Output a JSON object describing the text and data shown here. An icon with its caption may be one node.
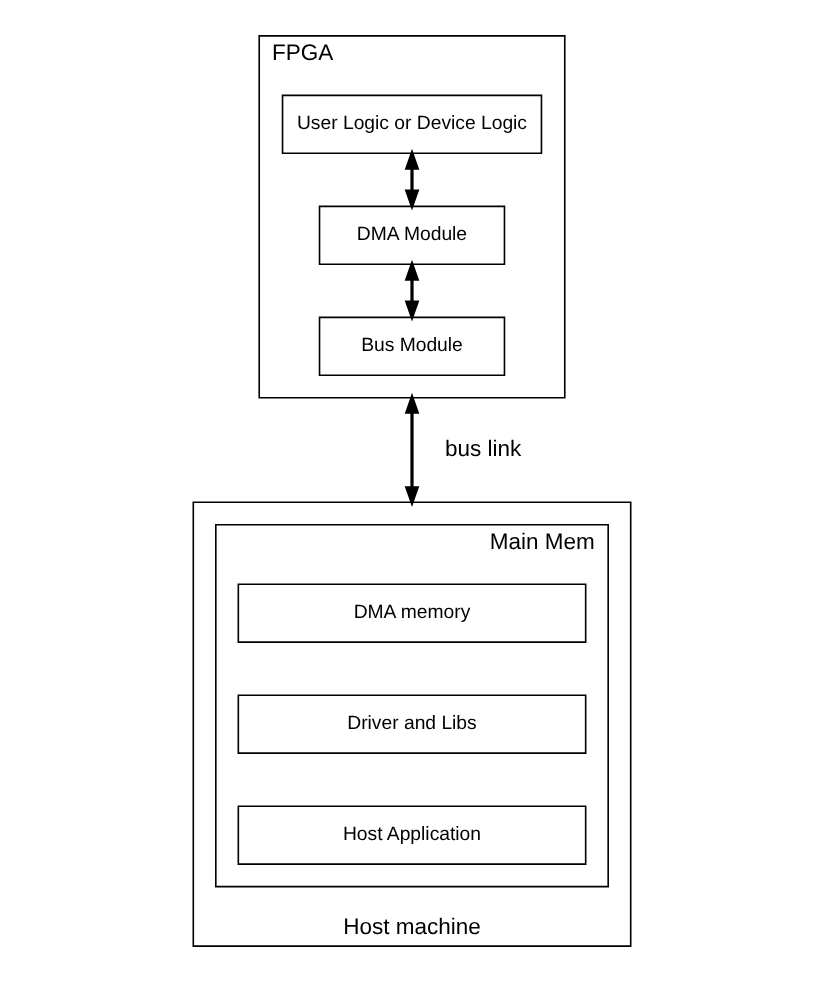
{
  "diagram": {
    "nodes": [
      {
        "text": [
          "FPGA"
        ]
      },
      {
        "text": [
          "User Logic or Device Logic"
        ],
        "in": 0
      },
      {
        "text": [
          "DMA Module"
        ],
        "in": 0
      },
      {
        "text": [
          "Bus Module"
        ],
        "in": 0
      },
      {
        "text": [
          "Host machine"
        ]
      },
      {
        "text": [
          "Main Mem"
        ],
        "in": 4
      },
      {
        "text": [
          "DMA memory"
        ],
        "in": 5
      },
      {
        "text": [
          "Driver and Libs"
        ],
        "in": 5
      },
      {
        "text": [
          "Host Application"
        ],
        "in": 5
      }
    ],
    "edges": [
      {
        "from": 1,
        "to": 2,
        "arrow": "both"
      },
      {
        "from": 2,
        "to": 3,
        "arrow": "both"
      },
      {
        "from": 0,
        "to": 4,
        "arrow": "both",
        "label": "bus link"
      }
    ]
  }
}
